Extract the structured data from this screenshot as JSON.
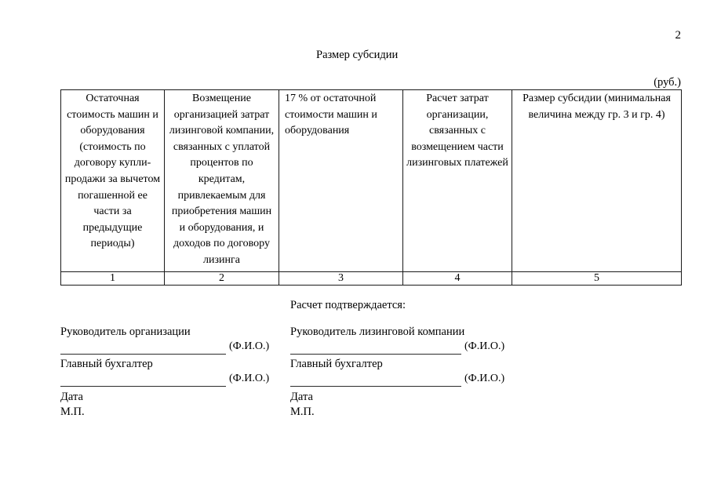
{
  "document": {
    "page_number": "2",
    "title": "Размер субсидии",
    "units_note": "(руб.)"
  },
  "table": {
    "headers": [
      "Остаточная стоимость машин и оборудования (стоимость по договору купли-продажи за вычетом погашенной ее части за предыдущие периоды)",
      "Возмещение организацией затрат лизинговой компании, связанных с уплатой процентов по кредитам, привлекаемым для приобретения машин и оборудования, и доходов по договору лизинга",
      "17 % от остаточной стоимости  машин и оборудования",
      "Расчет затрат организации, связанных с возмещением части лизинговых платежей",
      "Размер субсидии (минимальная величина между гр. 3 и гр. 4)"
    ],
    "column_numbers": [
      "1",
      "2",
      "3",
      "4",
      "5"
    ],
    "rows": []
  },
  "confirmation": {
    "heading": "Расчет подтверждается:"
  },
  "signatures": {
    "left": {
      "role_primary": "Руководитель организации",
      "fio_primary": "(Ф.И.О.)",
      "role_secondary": "Главный бухгалтер",
      "fio_secondary": "(Ф.И.О.)",
      "date_label": "Дата",
      "stamp_label": "М.П."
    },
    "right": {
      "role_primary": "Руководитель лизинговой компании",
      "fio_primary": "(Ф.И.О.)",
      "role_secondary": "Главный бухгалтер",
      "fio_secondary": "(Ф.И.О.)",
      "date_label": "Дата",
      "stamp_label": "М.П."
    }
  }
}
